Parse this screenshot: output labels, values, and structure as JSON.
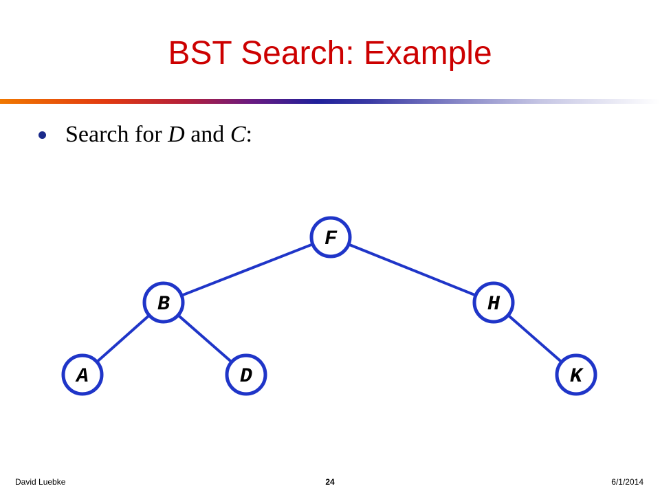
{
  "title": "BST Search: Example",
  "bullet": {
    "prefix": "Search for ",
    "first": "D",
    "middle": " and ",
    "second": "C",
    "suffix": ":"
  },
  "tree": {
    "nodes": [
      {
        "id": "F",
        "label": "F"
      },
      {
        "id": "B",
        "label": "B"
      },
      {
        "id": "H",
        "label": "H"
      },
      {
        "id": "A",
        "label": "A"
      },
      {
        "id": "D",
        "label": "D"
      },
      {
        "id": "K",
        "label": "K"
      }
    ],
    "edges": [
      [
        "F",
        "B"
      ],
      [
        "F",
        "H"
      ],
      [
        "B",
        "A"
      ],
      [
        "B",
        "D"
      ],
      [
        "H",
        "K"
      ]
    ],
    "node_color": "#1f35c8"
  },
  "footer": {
    "author": "David Luebke",
    "page": "24",
    "date": "6/1/2014"
  },
  "colors": {
    "title": "#cc0000",
    "bullet": "#1a2a8a"
  }
}
